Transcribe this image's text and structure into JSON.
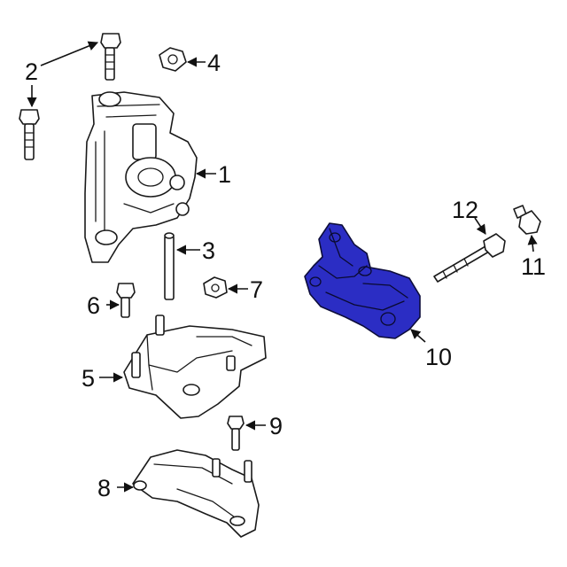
{
  "highlight_color": "#2b2dc4",
  "callouts": [
    {
      "id": "1",
      "text": "1"
    },
    {
      "id": "2",
      "text": "2"
    },
    {
      "id": "3",
      "text": "3"
    },
    {
      "id": "4",
      "text": "4"
    },
    {
      "id": "5",
      "text": "5"
    },
    {
      "id": "6",
      "text": "6"
    },
    {
      "id": "7",
      "text": "7"
    },
    {
      "id": "8",
      "text": "8"
    },
    {
      "id": "9",
      "text": "9"
    },
    {
      "id": "10",
      "text": "10"
    },
    {
      "id": "11",
      "text": "11"
    },
    {
      "id": "12",
      "text": "12"
    }
  ]
}
